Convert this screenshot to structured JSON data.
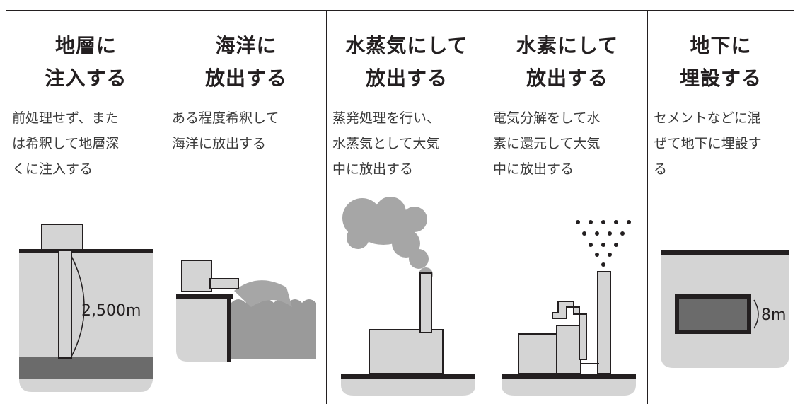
{
  "columns": [
    {
      "title_line1": "地層に",
      "title_line2": "注入する",
      "desc_lines": [
        "前処理せず、また",
        "は希釈して地層深",
        "くに注入する"
      ],
      "figure_label": "2,500m"
    },
    {
      "title_line1": "海洋に",
      "title_line2": "放出する",
      "desc_lines": [
        "ある程度希釈して",
        "海洋に放出する"
      ]
    },
    {
      "title_line1": "水蒸気にして",
      "title_line2": "放出する",
      "desc_lines": [
        "蒸発処理を行い、",
        "水蒸気として大気",
        "中に放出する"
      ]
    },
    {
      "title_line1": "水素にして",
      "title_line2": "放出する",
      "desc_lines": [
        "電気分解をして水",
        "素に還元して大気",
        "中に放出する"
      ]
    },
    {
      "title_line1": "地下に",
      "title_line2": "埋設する",
      "desc_lines": [
        "セメントなどに混",
        "ぜて地下に埋設す",
        "る"
      ],
      "figure_label": "8m"
    }
  ],
  "colors": {
    "ink": "#231f20",
    "light_gray": "#d4d4d4",
    "mid_gray": "#9a9a9a",
    "dark_gray": "#6b6b6b",
    "smoke": "#a6a6a6"
  }
}
